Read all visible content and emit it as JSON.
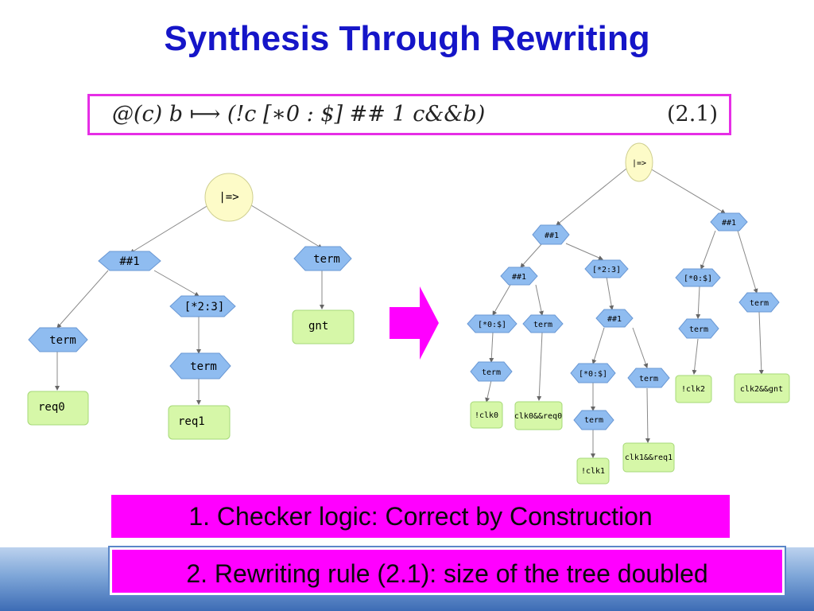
{
  "title": "Synthesis Through Rewriting",
  "formula": {
    "expression": "@(c) b ⟼ (!c [∗0 : $] ## 1 c&&b)",
    "number": "(2.1)"
  },
  "left_tree": {
    "root": "|=>",
    "hash1": "##1",
    "term_left": "term",
    "req0": "req0",
    "range23": "[*2:3]",
    "term_mid": "term",
    "req1": "req1",
    "term_right": "term",
    "gnt": "gnt"
  },
  "right_tree": {
    "root": "|=>",
    "hash1_a": "##1",
    "hash1_b": "##1",
    "range_0_a": "[*0:$]",
    "term_a": "term",
    "clk0": "!clk0",
    "term_b": "term",
    "clk0req0": "clk0&&req0",
    "range23": "[*2:3]",
    "hash1_c": "##1",
    "range_0_b": "[*0:$]",
    "term_c": "term",
    "clk1": "!clk1",
    "term_d": "term",
    "clk1req1": "clk1&&req1",
    "hash1_d": "##1",
    "range_0_c": "[*0:$]",
    "term_e": "term",
    "clk2": "!clk2",
    "term_f": "term",
    "clk2gnt": "clk2&&gnt"
  },
  "banners": {
    "line1": "1. Checker logic: Correct by Construction",
    "line2": "2. Rewriting rule (2.1): size of the tree doubled"
  },
  "colors": {
    "title": "#1515c8",
    "banner": "#ff00ff",
    "formula_border": "#e62ee6",
    "hexagon_fill": "#8fbcf0",
    "leaf_fill": "#d6f7a8",
    "root_fill": "#fdfbc8",
    "arrow": "#ff00ff"
  }
}
